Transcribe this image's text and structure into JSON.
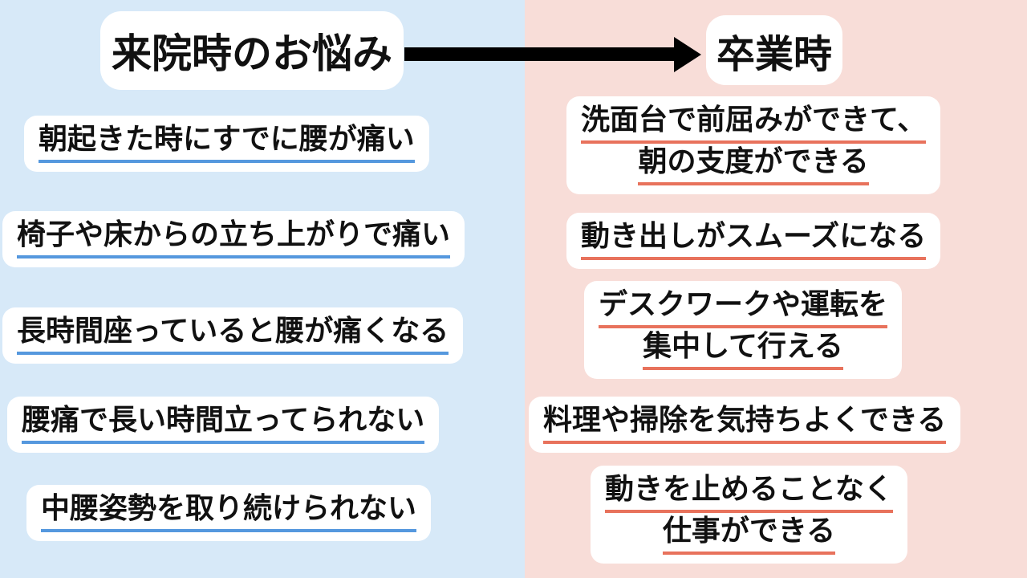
{
  "colors": {
    "left_bg": "#d7e9f8",
    "right_bg": "#f8ddd8",
    "box_bg": "#ffffff",
    "text": "#111111",
    "left_underline": "#5598de",
    "right_underline": "#e8725c",
    "arrow": "#000000"
  },
  "left_panel": {
    "header": "来院時のお悩み",
    "items": [
      {
        "line1": "朝起きた時にすでに腰が痛い"
      },
      {
        "line1": "椅子や床からの立ち上がりで痛い"
      },
      {
        "line1": "長時間座っていると腰が痛くなる"
      },
      {
        "line1": "腰痛で長い時間立ってられない"
      },
      {
        "line1": "中腰姿勢を取り続けられない"
      }
    ]
  },
  "right_panel": {
    "header": "卒業時",
    "items": [
      {
        "line1": "洗面台で前屈みができて、",
        "line2": "朝の支度ができる"
      },
      {
        "line1": "動き出しがスムーズになる"
      },
      {
        "line1": "デスクワークや運転を",
        "line2": "集中して行える"
      },
      {
        "line1": "料理や掃除を気持ちよくできる"
      },
      {
        "line1": "動きを止めることなく",
        "line2": "仕事ができる"
      }
    ]
  }
}
